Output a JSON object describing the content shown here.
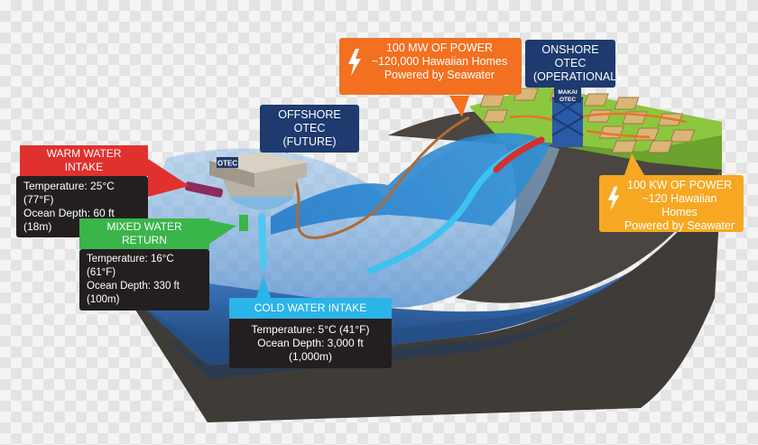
{
  "colors": {
    "warm": "#e0312f",
    "mixed": "#3ab54a",
    "cold": "#2bb4e8",
    "offshore": "#1e3a6e",
    "power_big": "#f37021",
    "power_small": "#f7a823",
    "ground": "#3f3b36",
    "grass": "#8dc63f"
  },
  "callouts": {
    "warm": {
      "title": "WARM WATER INTAKE",
      "line1": "Temperature: 25°C (77°F)",
      "line2": "Ocean Depth: 60 ft (18m)"
    },
    "mixed": {
      "title": "MIXED WATER RETURN",
      "line1": "Temperature: 16°C (61°F)",
      "line2": "Ocean Depth: 330 ft (100m)"
    },
    "cold": {
      "title": "COLD WATER INTAKE",
      "line1": "Temperature: 5°C (41°F)",
      "line2": "Ocean Depth: 3,000 ft (1,000m)"
    },
    "offshore": {
      "line1": "OFFSHORE OTEC",
      "line2": "(FUTURE)"
    },
    "onshore": {
      "line1": "ONSHORE OTEC",
      "line2": "(OPERATIONAL)"
    },
    "power_big": {
      "line1": "100 MW OF POWER",
      "line2": "~120,000 Hawaiian Homes",
      "line3": "Powered by Seawater",
      "icon": "lightning-icon"
    },
    "power_small": {
      "line1": "100 KW OF POWER",
      "line2": "~120 Hawaiian Homes",
      "line3": "Powered by Seawater",
      "icon": "lightning-icon"
    }
  },
  "structures": {
    "platform_label": "OTEC",
    "tower_label_1": "MAKAI",
    "tower_label_2": "OTEC"
  }
}
